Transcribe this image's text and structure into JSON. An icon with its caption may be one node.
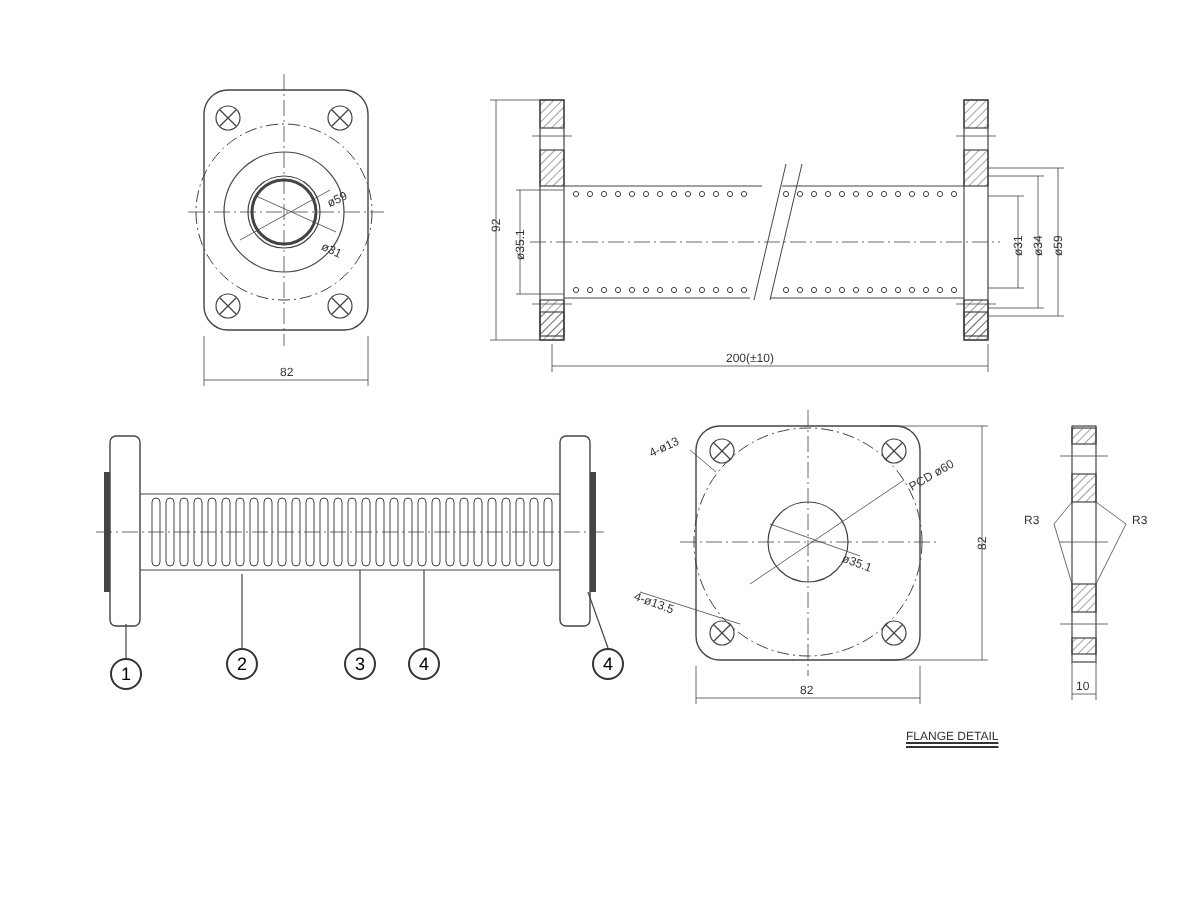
{
  "diagram": {
    "nodes": [
      {
        "text": [
          "1"
        ]
      },
      {
        "text": [
          "2"
        ]
      },
      {
        "text": [
          "3"
        ]
      },
      {
        "text": [
          "4"
        ]
      },
      {
        "text": [
          "4"
        ]
      }
    ],
    "edges": [
      {
        "from": 0,
        "to": null,
        "arrow": "none"
      },
      {
        "from": 1,
        "to": null,
        "arrow": "none"
      },
      {
        "from": 2,
        "to": null,
        "arrow": "none"
      },
      {
        "from": 3,
        "to": null,
        "arrow": "none"
      },
      {
        "from": 4,
        "to": null,
        "arrow": "none"
      }
    ],
    "labels": [
      "ø59",
      "ø31",
      "82",
      "92",
      "ø35.1",
      "ø31",
      "ø34",
      "ø59",
      "200(±10)",
      "4-ø13",
      "PCD ø60",
      "ø35.1",
      "4-ø13.5",
      "82",
      "82",
      "R3",
      "R3",
      "10",
      "FLANGE DETAIL"
    ]
  }
}
